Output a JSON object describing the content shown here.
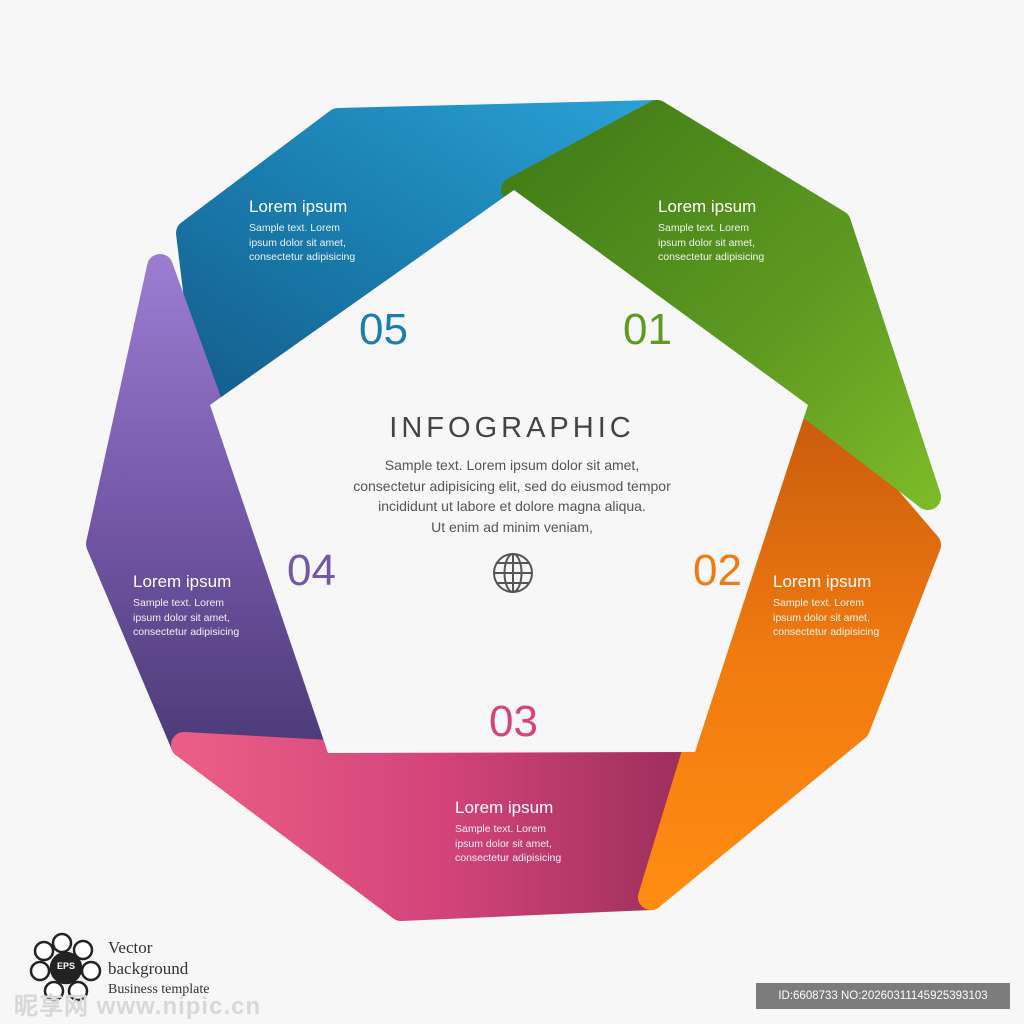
{
  "colors": {
    "green": "#5e9a21",
    "orange": "#f07a10",
    "pink": "#d4447a",
    "purple": "#7558a8",
    "blue": "#1a7fb0",
    "center_text": "#444444"
  },
  "center": {
    "title": "INFOGRAPHIC",
    "lines": [
      "Sample text. Lorem ipsum dolor sit amet,",
      "consectetur adipisicing elit, sed do eiusmod tempor",
      "incididunt ut labore et dolore magna aliqua.",
      "Ut enim ad minim veniam,"
    ],
    "icon": "globe-icon"
  },
  "segments": [
    {
      "number": "01",
      "color": "#5e9a21",
      "title": "Lorem ipsum",
      "lines": [
        "Sample text. Lorem",
        "ipsum dolor sit amet,",
        "consectetur adipisicing"
      ]
    },
    {
      "number": "02",
      "color": "#f07a10",
      "title": "Lorem ipsum",
      "lines": [
        "Sample text. Lorem",
        "ipsum dolor sit amet,",
        "consectetur adipisicing"
      ]
    },
    {
      "number": "03",
      "color": "#d4447a",
      "title": "Lorem ipsum",
      "lines": [
        "Sample text. Lorem",
        "ipsum dolor sit amet,",
        "consectetur adipisicing"
      ]
    },
    {
      "number": "04",
      "color": "#7558a8",
      "title": "Lorem ipsum",
      "lines": [
        "Sample text. Lorem",
        "ipsum dolor sit amet,",
        "consectetur adipisicing"
      ]
    },
    {
      "number": "05",
      "color": "#1a7fb0",
      "title": "Lorem ipsum",
      "lines": [
        "Sample text. Lorem",
        "ipsum dolor sit amet,",
        "consectetur adipisicing"
      ]
    }
  ],
  "badge": {
    "logo": "EPS",
    "lines": [
      "Vector",
      "background",
      "Business template"
    ]
  },
  "watermark": {
    "text": "昵享网 www.nipic.cn"
  },
  "id_bar": {
    "text": "ID:6608733 NO:20260311145925393103"
  }
}
